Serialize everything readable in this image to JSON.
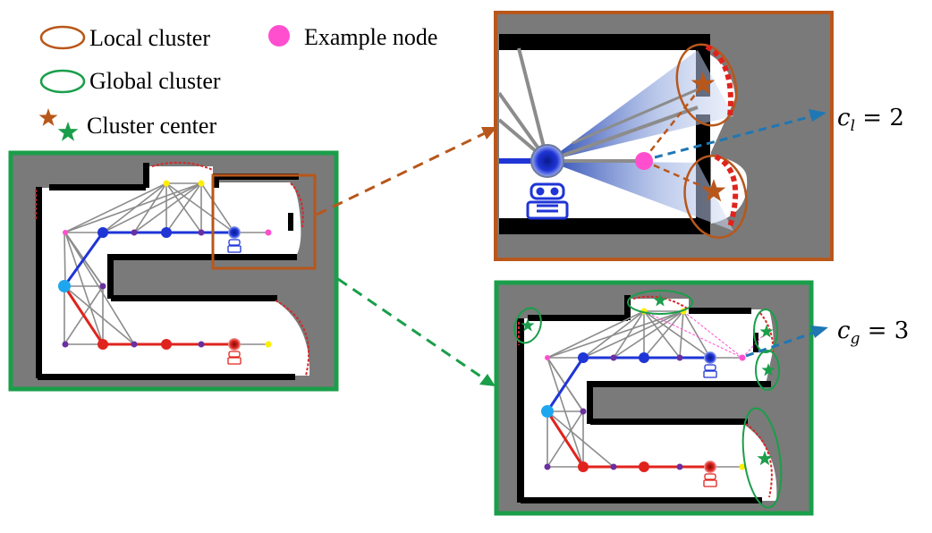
{
  "legend": {
    "local_cluster": {
      "label": "Local cluster",
      "color": "#b8571b",
      "icon": "ellipse-outline-icon"
    },
    "global_cluster": {
      "label": "Global cluster",
      "color": "#1a9e4a",
      "icon": "ellipse-outline-icon"
    },
    "cluster_center": {
      "label": "Cluster center",
      "colors": [
        "#b8571b",
        "#1a9e4a"
      ],
      "icon": "star-icon"
    },
    "example_node": {
      "label": "Example node",
      "color": "#ff4fcf",
      "icon": "filled-circle-icon"
    }
  },
  "equations": {
    "local": {
      "var": "c",
      "sub": "l",
      "rest": " = 2"
    },
    "global": {
      "var": "c",
      "sub": "g",
      "rest": " = 3"
    }
  },
  "colors": {
    "map_gray": "#7a7a7a",
    "free_space": "#ffffff",
    "frame_green": "#1a9e4a",
    "frame_orange": "#b8571b",
    "robot_blue": "#1f35d6",
    "robot_red": "#e0241d",
    "frontier_red": "#d62728",
    "arrow_blue": "#1f77b4",
    "node_cyan": "#1ea7ef",
    "node_purple": "#6a2fa0",
    "node_yellow": "#ffee00",
    "node_pink": "#ff4fcf",
    "edge_gray": "#8c8c8c"
  }
}
